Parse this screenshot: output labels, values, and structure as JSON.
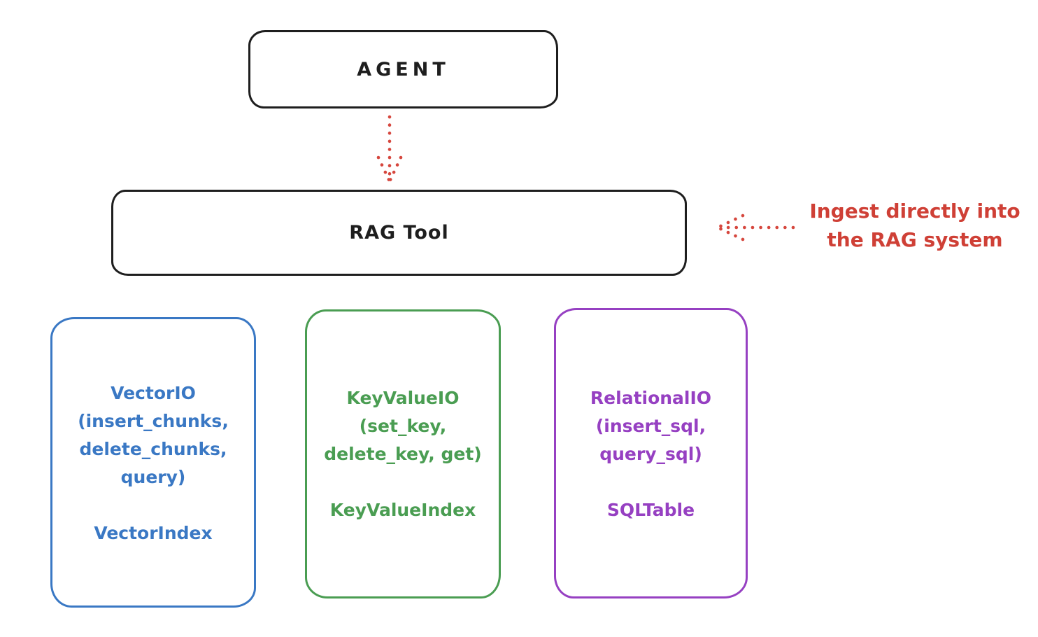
{
  "agent": {
    "label": "AGENT"
  },
  "rag_tool": {
    "label": "RAG Tool"
  },
  "annotation": {
    "lines": [
      "Ingest directly into",
      "the RAG system"
    ]
  },
  "stores": [
    {
      "id": "vector-io",
      "lines": [
        "VectorIO",
        "(insert_chunks,",
        "delete_chunks,",
        "query)",
        "",
        "VectorIndex"
      ]
    },
    {
      "id": "keyvalue-io",
      "lines": [
        "KeyValueIO",
        "(set_key,",
        "delete_key, get)",
        "",
        "KeyValueIndex"
      ]
    },
    {
      "id": "relational-io",
      "lines": [
        "RelationalIO",
        "(insert_sql,",
        "query_sql)",
        "",
        "SQLTable"
      ]
    }
  ],
  "colors": {
    "ink": "#1e1e1e",
    "arrow_red": "#cf4036",
    "vector_blue": "#3a78c4",
    "keyvalue_green": "#4a9d52",
    "relational_purple": "#9640c2"
  }
}
